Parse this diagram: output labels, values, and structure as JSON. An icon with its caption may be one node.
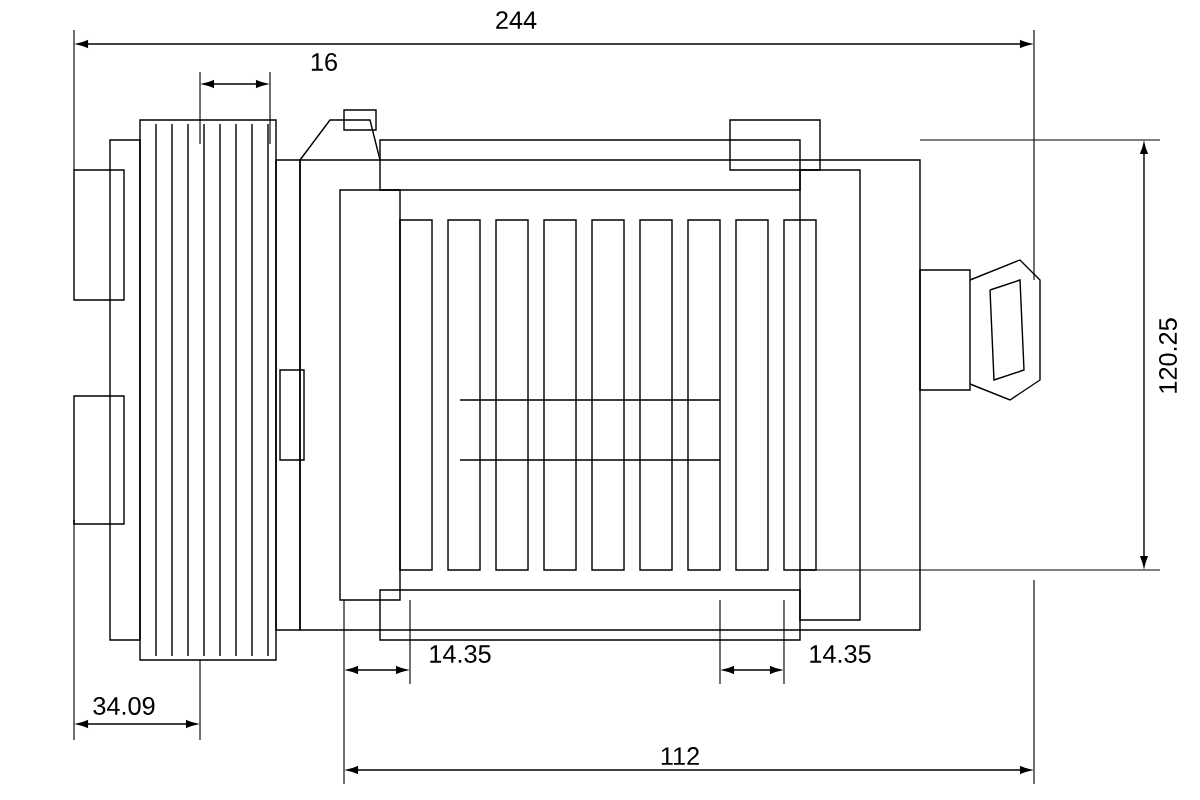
{
  "diagram": {
    "labels": [
      "244",
      "16",
      "120.25",
      "14.35",
      "14.35",
      "34.09",
      "112"
    ]
  }
}
